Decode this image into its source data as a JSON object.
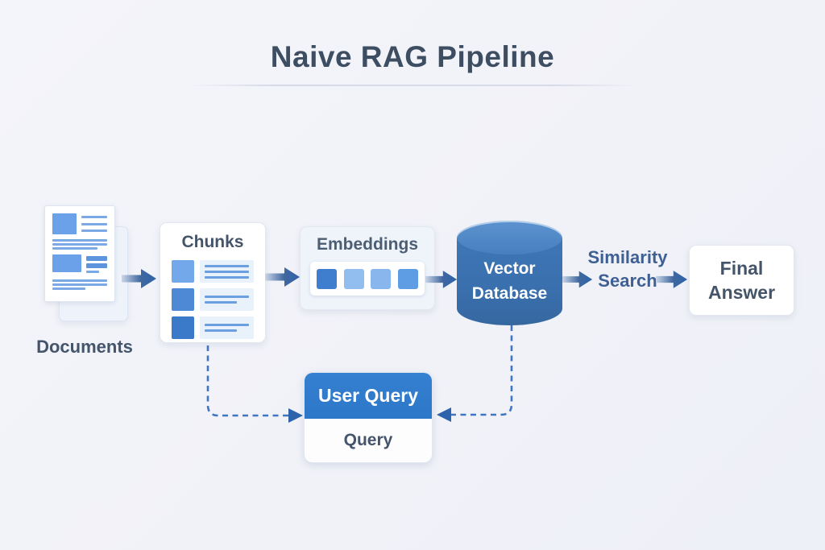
{
  "title": "Naive RAG Pipeline",
  "pipeline": {
    "documents": {
      "label": "Documents"
    },
    "chunks": {
      "label": "Chunks"
    },
    "embeddings": {
      "label": "Embeddings"
    },
    "vector_database": {
      "label": "Vector Database"
    },
    "similarity_search": {
      "label": "Similarity Search"
    },
    "final_answer": {
      "label": "Final Answer"
    },
    "user_query": {
      "header_label": "User Query",
      "body_label": "Query"
    }
  },
  "colors": {
    "background": "#f2f3f8",
    "title_text": "#3d4e63",
    "label_text": "#44546a",
    "similarity_text": "#3e6094",
    "arrow_blue": "#2d63ab",
    "dashed_connector": "#3e76c2",
    "cylinder_body": "#3a6fad",
    "cylinder_top": "#4d86c5",
    "user_query_header": "#2d77c8",
    "chunk_squares": [
      "#73a8ea",
      "#4d89d4",
      "#3b79c9"
    ],
    "embedding_squares": [
      "#3f7ecf",
      "#92beef",
      "#88b6ed",
      "#5e9ce4"
    ],
    "document_accent": "#6ba1e8"
  }
}
